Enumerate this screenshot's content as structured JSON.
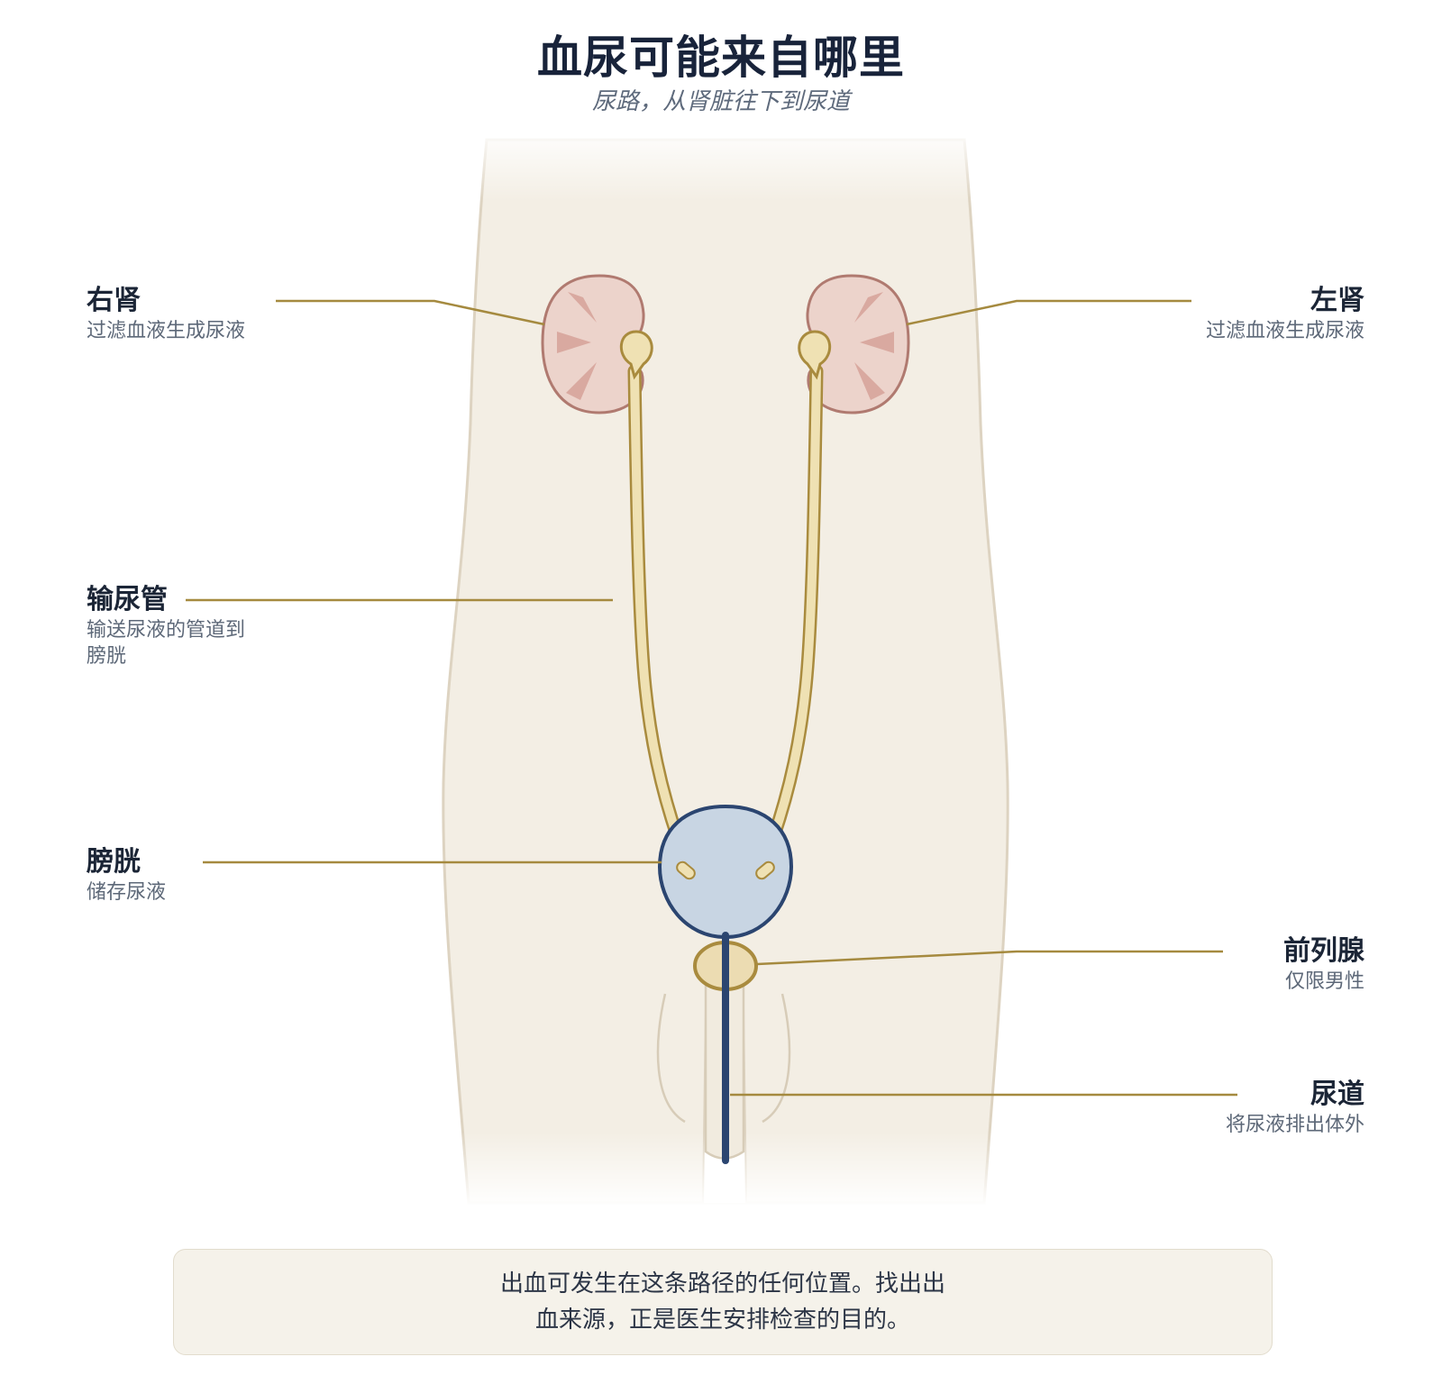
{
  "title": "血尿可能来自哪里",
  "subtitle": "尿路，从肾脏往下到尿道",
  "labels": {
    "right_kidney": {
      "name": "右肾",
      "desc": "过滤血液生成尿液"
    },
    "left_kidney": {
      "name": "左肾",
      "desc": "过滤血液生成尿液"
    },
    "ureter": {
      "name": "输尿管",
      "desc": "输送尿液的管道到膀胱"
    },
    "bladder": {
      "name": "膀胱",
      "desc": "储存尿液"
    },
    "prostate": {
      "name": "前列腺",
      "desc": "仅限男性"
    },
    "urethra": {
      "name": "尿道",
      "desc": "将尿液排出体外"
    }
  },
  "note": "出血可发生在这条路径的任何位置。找出出血来源，正是医生安排检查的目的。",
  "colors": {
    "body_fill": "#f3eee4",
    "kidney_fill": "#ecd3cb",
    "kidney_stroke": "#b07a70",
    "ureter_fill": "#efe1b3",
    "ureter_stroke": "#a98b3e",
    "bladder_fill": "#c8d5e3",
    "bladder_stroke": "#2b4570",
    "leader_line": "#a58a3f"
  }
}
